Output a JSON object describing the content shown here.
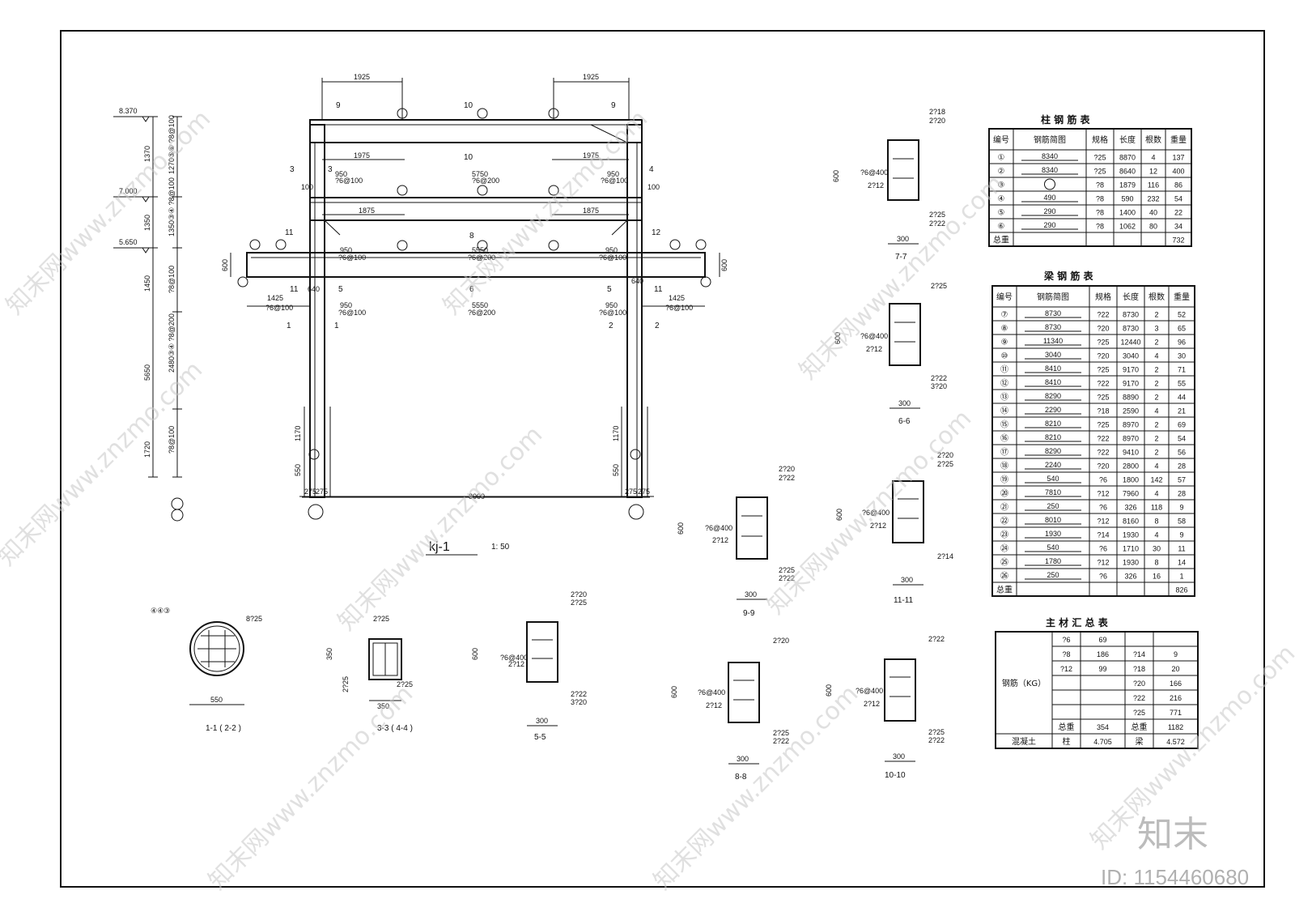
{
  "drawing": {
    "title": "kj-1",
    "scale": "1: 50",
    "elevations": [
      "8.370",
      "7.000",
      "5.650"
    ],
    "side_dims": [
      "1370",
      "1350",
      "1450",
      "5650",
      "1720"
    ],
    "side_rebar": [
      "1270⑤⑥ ?8@100",
      "1350③④ ?8@100",
      "?8@100",
      "2480③④ ?8@200",
      "?8@100"
    ],
    "top_dims": [
      "1925",
      "1925"
    ],
    "row2_dims": [
      "1975",
      "1975"
    ],
    "row3_dims": [
      "1875",
      "1875"
    ],
    "bottom_dims": [
      "275",
      "275",
      "8000",
      "275",
      "275"
    ],
    "lower_dims": [
      "1425",
      "1425",
      "640",
      "640"
    ],
    "col_dims": [
      "1170",
      "550",
      "1170",
      "550"
    ],
    "beam_depth": [
      "600",
      "600"
    ],
    "stirrup_texts": {
      "s950a": "950",
      "s950b": "950",
      "s5750": "5750",
      "s5550a": "5550",
      "s5550b": "5550",
      "r1a": "?6@100",
      "r1b": "?6@100",
      "r1c": "?6@200",
      "r2a": "?6@100",
      "r2b": "?6@100",
      "r2c": "?6@200",
      "r3a": "?6@100",
      "r3b": "?6@100",
      "r3c": "?6@200",
      "r4a": "?6@100",
      "r4b": "?6@100",
      "gap100": "100"
    },
    "section_marks": [
      "9",
      "10",
      "9",
      "3",
      "10",
      "4",
      "11",
      "8",
      "12",
      "5",
      "6",
      "5",
      "1",
      "1",
      "2",
      "2",
      "3",
      "11",
      "11"
    ]
  },
  "sections": {
    "s11": {
      "label": "1-1 ( 2-2 )",
      "dim": "550",
      "rebar": "8?25",
      "tags": "④④③"
    },
    "s33": {
      "label": "3-3 ( 4-4 )",
      "dim": "350",
      "dim_v": "350",
      "top": "2?25",
      "bot": "2?25",
      "side": "2?25"
    },
    "s55": {
      "label": "5-5",
      "w": "300",
      "h": "600",
      "top1": "2?20",
      "top2": "2?25",
      "bot1": "2?22",
      "bot2": "3?20",
      "st": "?6@400",
      "mid": "2?12"
    },
    "s77": {
      "label": "7-7",
      "w": "300",
      "h": "600",
      "top1": "2?18",
      "top2": "2?20",
      "bot1": "2?25",
      "bot2": "2?22",
      "st": "?6@400",
      "mid": "2?12"
    },
    "s66": {
      "label": "6-6",
      "w": "300",
      "h": "600",
      "top1": "2?25",
      "bot1": "2?22",
      "bot2": "3?20",
      "st": "?6@400",
      "mid": "2?12"
    },
    "s99": {
      "label": "9-9",
      "w": "300",
      "h": "600",
      "top1": "2?20",
      "top2": "2?22",
      "bot1": "2?25",
      "bot2": "2?22",
      "st": "?6@400",
      "mid": "2?12"
    },
    "s1111": {
      "label": "11-11",
      "w": "300",
      "h": "600",
      "top1": "2?20",
      "top2": "2?25",
      "bot1": "2?14",
      "st": "?6@400",
      "mid": "2?12"
    },
    "s88": {
      "label": "8-8",
      "w": "300",
      "h": "600",
      "top1": "2?20",
      "bot1": "2?25",
      "bot2": "2?22",
      "st": "?6@400",
      "mid": "2?12"
    },
    "s1010": {
      "label": "10-10",
      "w": "300",
      "h": "600",
      "top1": "2?22",
      "bot1": "2?25",
      "bot2": "2?22",
      "st": "?6@400",
      "mid": "2?12"
    }
  },
  "col_table": {
    "title": "柱 钢 筋 表",
    "headers": [
      "编号",
      "钢筋简图",
      "规格",
      "长度",
      "根数",
      "重量"
    ],
    "rows": [
      [
        "①",
        "8340",
        "?25",
        "8870",
        "4",
        "137"
      ],
      [
        "②",
        "8340",
        "?25",
        "8640",
        "12",
        "400"
      ],
      [
        "③",
        "",
        "?8",
        "1879",
        "116",
        "86"
      ],
      [
        "④",
        "490",
        "?8",
        "590",
        "232",
        "54"
      ],
      [
        "⑤",
        "290",
        "?8",
        "1400",
        "40",
        "22"
      ],
      [
        "⑥",
        "290",
        "?8",
        "1062",
        "80",
        "34"
      ]
    ],
    "total_label": "总重",
    "total": "732"
  },
  "beam_table": {
    "title": "梁 钢 筋 表",
    "headers": [
      "编号",
      "钢筋简图",
      "规格",
      "长度",
      "根数",
      "重量"
    ],
    "rows": [
      [
        "⑦",
        "8730",
        "?22",
        "8730",
        "2",
        "52"
      ],
      [
        "⑧",
        "8730",
        "?20",
        "8730",
        "3",
        "65"
      ],
      [
        "⑨",
        "11340",
        "?25",
        "12440",
        "2",
        "96"
      ],
      [
        "⑩",
        "3040",
        "?20",
        "3040",
        "4",
        "30"
      ],
      [
        "⑪",
        "8410",
        "?25",
        "9170",
        "2",
        "71"
      ],
      [
        "⑫",
        "8410",
        "?22",
        "9170",
        "2",
        "55"
      ],
      [
        "⑬",
        "8290",
        "?25",
        "8890",
        "2",
        "44"
      ],
      [
        "⑭",
        "2290",
        "?18",
        "2590",
        "4",
        "21"
      ],
      [
        "⑮",
        "8210",
        "?25",
        "8970",
        "2",
        "69"
      ],
      [
        "⑯",
        "8210",
        "?22",
        "8970",
        "2",
        "54"
      ],
      [
        "⑰",
        "8290",
        "?22",
        "9410",
        "2",
        "56"
      ],
      [
        "⑱",
        "2240",
        "?20",
        "2800",
        "4",
        "28"
      ],
      [
        "⑲",
        "540",
        "?6",
        "1800",
        "142",
        "57"
      ],
      [
        "⑳",
        "7810",
        "?12",
        "7960",
        "4",
        "28"
      ],
      [
        "㉑",
        "250",
        "?6",
        "326",
        "118",
        "9"
      ],
      [
        "㉒",
        "8010",
        "?12",
        "8160",
        "8",
        "58"
      ],
      [
        "㉓",
        "1930",
        "?14",
        "1930",
        "4",
        "9"
      ],
      [
        "㉔",
        "540",
        "?6",
        "1710",
        "30",
        "11"
      ],
      [
        "㉕",
        "1780",
        "?12",
        "1930",
        "8",
        "14"
      ],
      [
        "㉖",
        "250",
        "?6",
        "326",
        "16",
        "1"
      ]
    ],
    "total_label": "总重",
    "total": "826"
  },
  "summary_table": {
    "title": "主 材 汇 总 表",
    "steel_label": "钢筋（KG）",
    "rows": [
      [
        "?6",
        "69",
        "",
        ""
      ],
      [
        "?8",
        "186",
        "?14",
        "9"
      ],
      [
        "?12",
        "99",
        "?18",
        "20"
      ],
      [
        "",
        "",
        "?20",
        "166"
      ],
      [
        "",
        "",
        "?22",
        "216"
      ],
      [
        "",
        "",
        "?25",
        "771"
      ]
    ],
    "total_label": "总重",
    "total_left": "354",
    "total_right": "1182",
    "concrete_label": "混凝土",
    "col_label": "柱",
    "col_val": "4.705",
    "beam_label": "梁",
    "beam_val": "4.572"
  },
  "watermark": {
    "text": "知末网www.znzmo.com",
    "logo": "知末",
    "id": "ID: 1154460680"
  }
}
